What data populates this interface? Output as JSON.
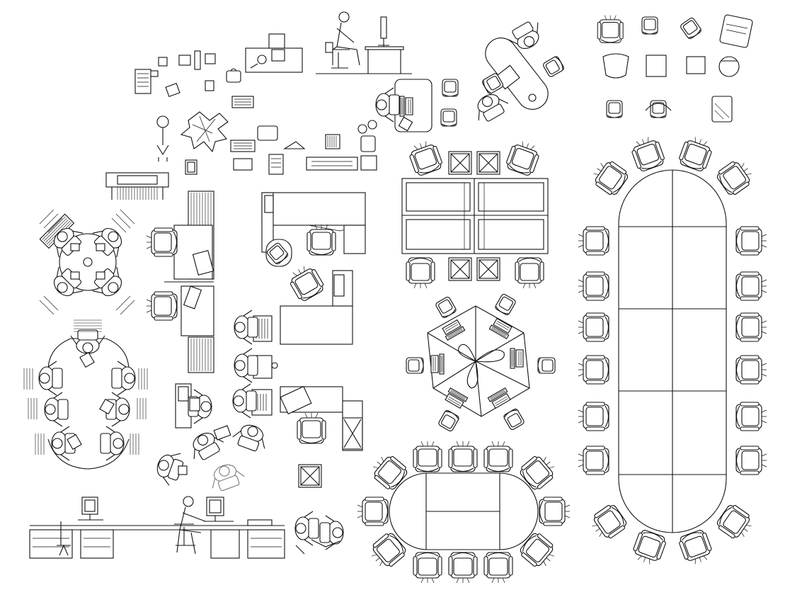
{
  "drawing": {
    "title": "",
    "background": "#ffffff",
    "line_color": "#111111",
    "faded_line_color": "#999999",
    "blocks": [
      "office-equipment-cluster",
      "workstation-elevation",
      "desk-with-person-plan",
      "oval-meeting-table",
      "armchair-plan-set",
      "round-four-person-table",
      "curved-reception-desk",
      "hatched-partition-workstations",
      "cubicle-quad-cluster",
      "l-shaped-desk",
      "people-at-desks-set",
      "six-person-pinwheel-workstation",
      "racetrack-conference-table-16",
      "large-racetrack-conference-table-20",
      "long-desk-elevation",
      "people-seated-plan"
    ]
  }
}
